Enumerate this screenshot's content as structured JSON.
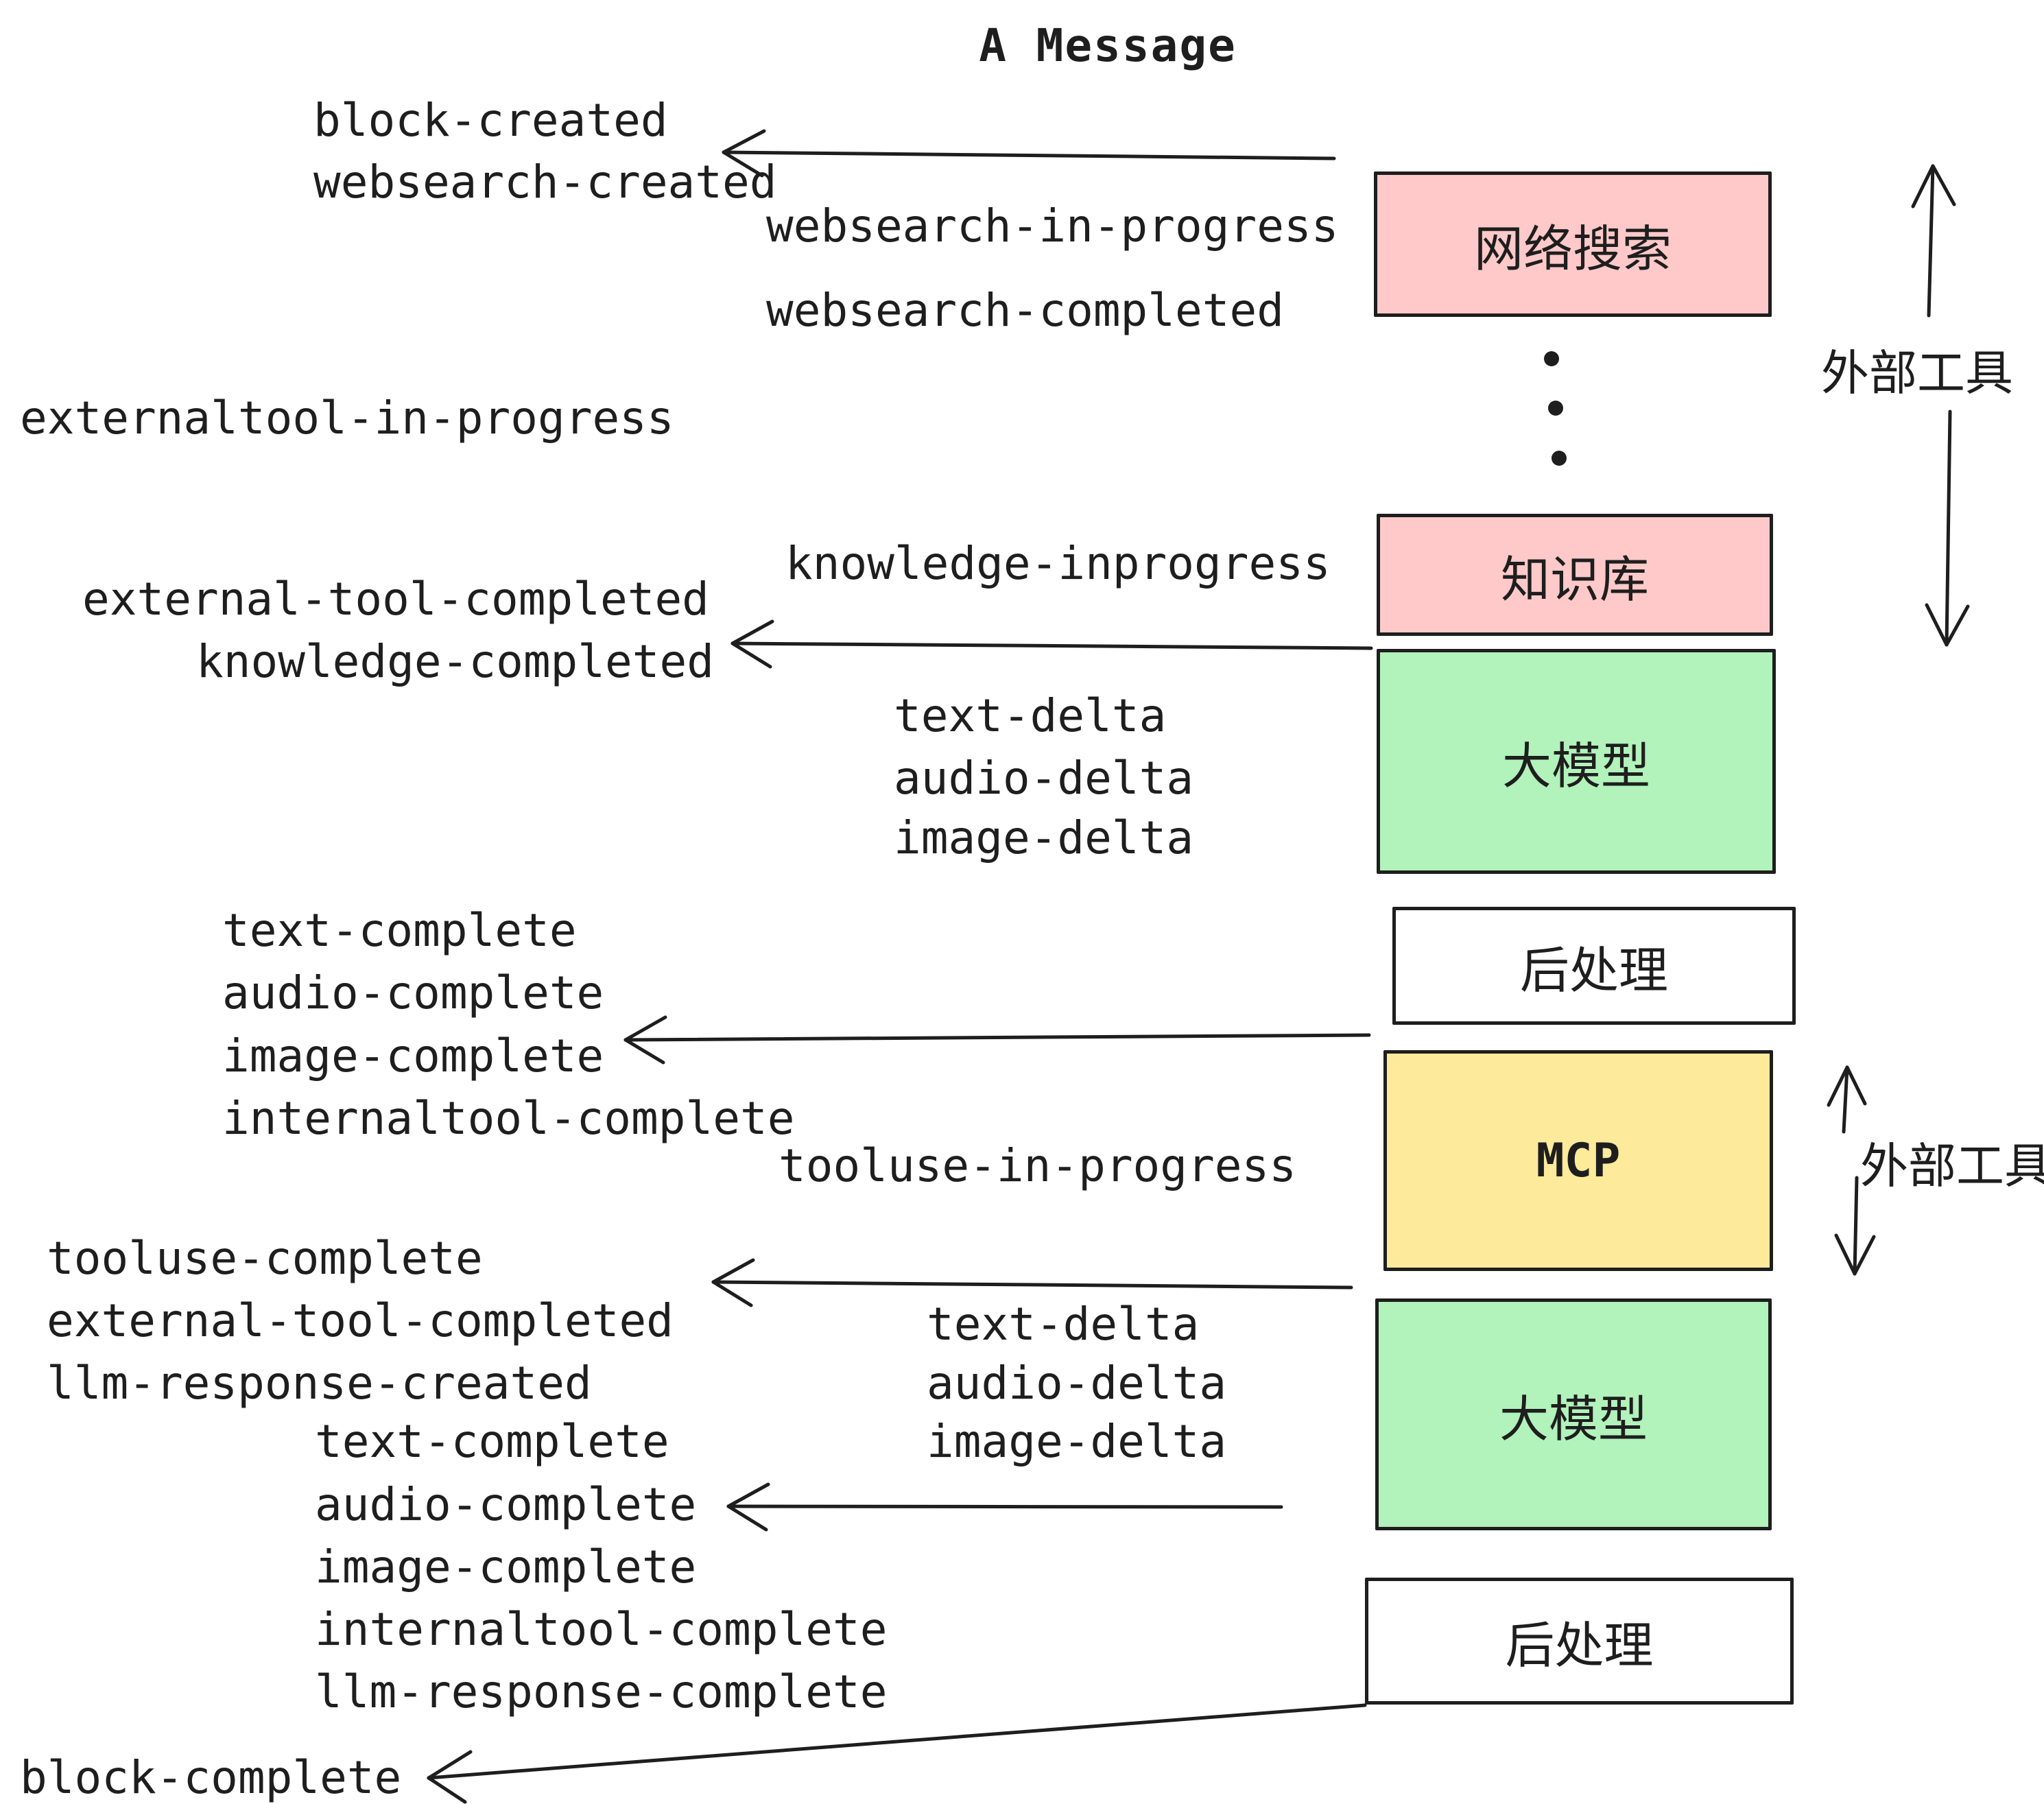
{
  "title": "A Message",
  "events": {
    "block_created": "block-created",
    "websearch_created": "websearch-created",
    "websearch_in_progress": "websearch-in-progress",
    "websearch_completed": "websearch-completed",
    "externaltool_in_progress": "externaltool-in-progress",
    "knowledge_inprogress": "knowledge-inprogress",
    "external_tool_completed": "external-tool-completed",
    "knowledge_completed": "knowledge-completed",
    "text_delta": "text-delta",
    "audio_delta": "audio-delta",
    "image_delta": "image-delta",
    "text_complete": "text-complete",
    "audio_complete": "audio-complete",
    "image_complete": "image-complete",
    "internaltool_complete": "internaltool-complete",
    "tooluse_in_progress": "tooluse-in-progress",
    "tooluse_complete": "tooluse-complete",
    "llm_response_created": "llm-response-created",
    "llm_response_complete": "llm-response-complete",
    "block_complete": "block-complete"
  },
  "boxes": {
    "websearch": "网络搜索",
    "knowledge": "知识库",
    "model": "大模型",
    "postprocess": "后处理",
    "mcp": "MCP"
  },
  "side_label": "外部工具",
  "colors": {
    "ink": "#1e1e1e",
    "pink": "#ffc9c9",
    "green": "#b2f2bb",
    "yellow": "#fdea9b"
  }
}
